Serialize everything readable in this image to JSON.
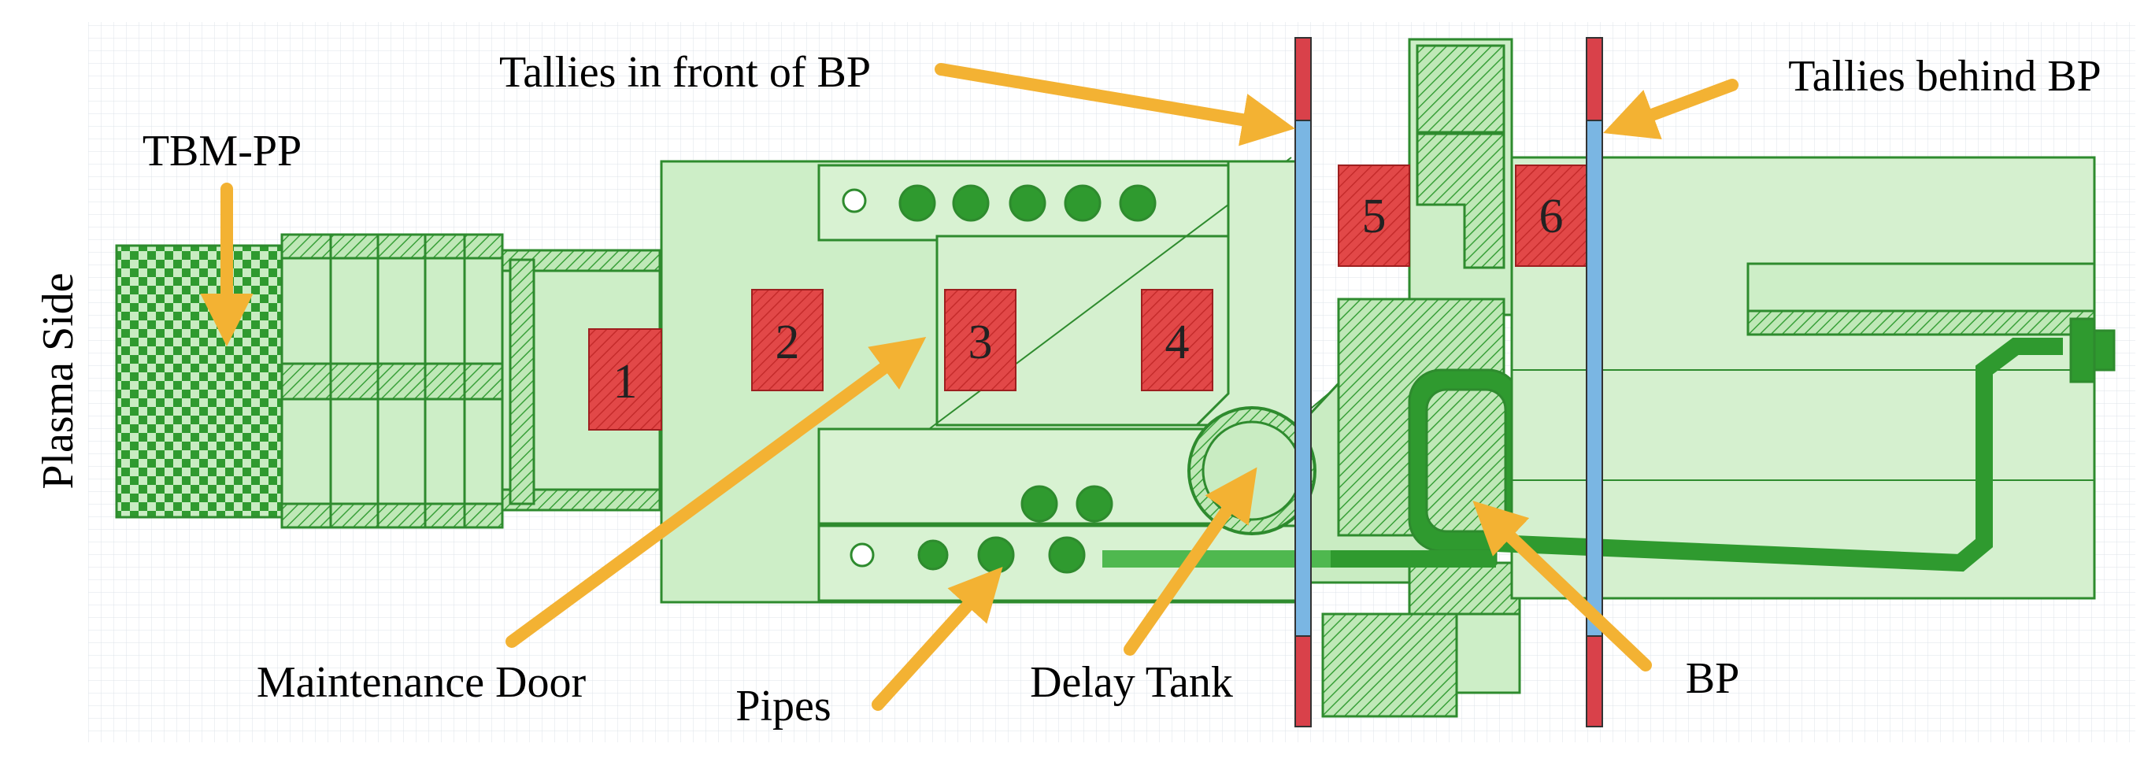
{
  "figure": {
    "side_label": "Plasma Side",
    "labels": {
      "tbm_pp": "TBM-PP",
      "tallies_front": "Tallies in front of BP",
      "tallies_behind": "Tallies behind BP",
      "maintenance_door": "Maintenance Door",
      "pipes": "Pipes",
      "delay_tank": "Delay Tank",
      "bp": "BP"
    },
    "regions": [
      "1",
      "2",
      "3",
      "4",
      "5",
      "6"
    ],
    "colors": {
      "background": "#ffffff",
      "grid": "#dde3ea",
      "structure_fill": "#cdeec7",
      "structure_stroke": "#2e8b2e",
      "structure_dark": "#2f9a2f",
      "tally_region": "#de3a3a",
      "tally_plane_red": "#d9414a",
      "tally_plane_blue": "#7ab6e3",
      "arrow": "#f3b233"
    }
  }
}
